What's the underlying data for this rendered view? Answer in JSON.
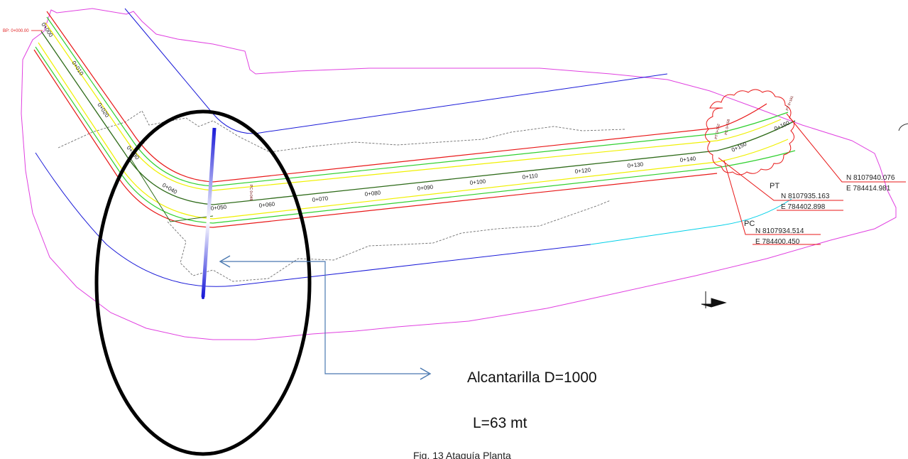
{
  "drawing": {
    "start_label": "BP: 0+000.00",
    "stations": [
      "0+000",
      "0+010",
      "0+020",
      "0+030",
      "0+040",
      "0+050",
      "0+060",
      "0+070",
      "0+080",
      "0+090",
      "0+100",
      "0+110",
      "0+120",
      "0+130",
      "0+140",
      "0+150",
      "0+160"
    ],
    "curve_markers": [
      "PC 0+048",
      "PT 0+152",
      "PC 0+158",
      "PT 0+161",
      "EPI 0+032"
    ],
    "points": {
      "pt": {
        "label": "PT",
        "north": "N 8107935.163",
        "east": "E 784402.898"
      },
      "pc": {
        "label": "PC",
        "north": "N 8107934.514",
        "east": "E 784400.450"
      },
      "end": {
        "north": "N 8107940.076",
        "east": "E 784414.981"
      }
    },
    "callout": {
      "title": "Alcantarilla D=1000",
      "length": "L=63 mt"
    },
    "caption": "Fig. 13 Ataguía Planta",
    "colors": {
      "boundary": "#e040e0",
      "axis_blue": "#1a1ad8",
      "road_edge": "#e81818",
      "offset_yellow": "#f0f000",
      "offset_green": "#30d030",
      "centerline": "#2f6b1a",
      "terrain": "#707070",
      "cyan": "#00d0e8",
      "arrow": "#4a78b0",
      "ellipse": "#000000"
    }
  }
}
